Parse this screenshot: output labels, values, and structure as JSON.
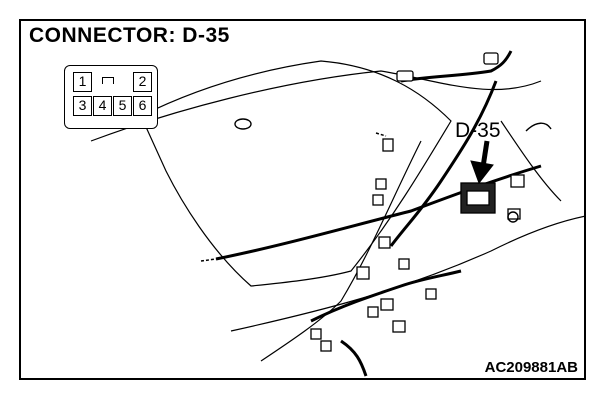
{
  "title": "CONNECTOR: D-35",
  "callout_label": "D-35",
  "figure_code": "AC209881AB",
  "pins": {
    "p1": "1",
    "p2": "2",
    "p3": "3",
    "p4": "4",
    "p5": "5",
    "p6": "6"
  }
}
